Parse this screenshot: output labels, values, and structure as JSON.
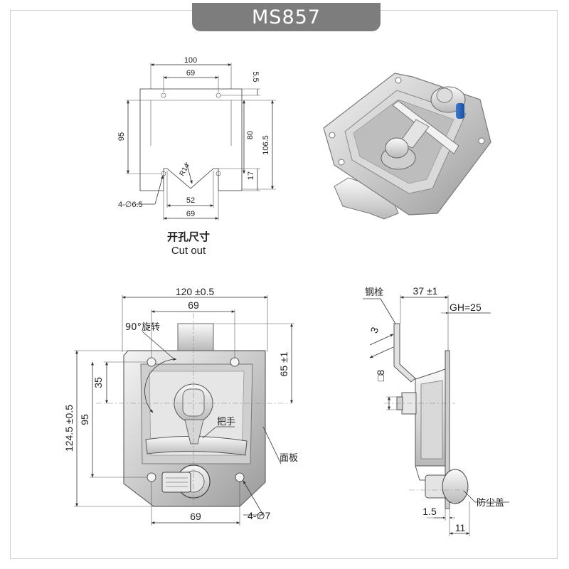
{
  "title": "MS857",
  "cutout": {
    "caption_cn": "开孔尺寸",
    "caption_en": "Cut out",
    "dims": {
      "width_100": "100",
      "top_69": "69",
      "top_5_5": "5.5",
      "left_95": "95",
      "right_80": "80",
      "right_106_5": "106.5",
      "right_17": "17",
      "radius": "R14",
      "bottom_52": "52",
      "bottom_69": "69",
      "holes": "4-∅6.5"
    }
  },
  "front": {
    "dims": {
      "width_120": "120 ±0.5",
      "top_69": "69",
      "rotation": "90°旋转",
      "dim_35": "35",
      "dim_65": "65 ±1",
      "dim_124_5": "124.5 ±0.5",
      "dim_95": "95",
      "handle": "把手",
      "panel": "面板",
      "bottom_69": "69",
      "holes": "4-∅7"
    }
  },
  "side": {
    "dims": {
      "bolt": "钢栓",
      "dim_37": "37 ±1",
      "gh": "GH=25",
      "dim_3": "3",
      "dim_sq8": "□8",
      "dim_1_5": "1.5",
      "dim_11": "11",
      "dust_cover": "防尘盖"
    }
  },
  "colors": {
    "title_bg": "#7d7d7d",
    "steel_light": "#e8e8e8",
    "steel_dark": "#8a8a8a"
  }
}
